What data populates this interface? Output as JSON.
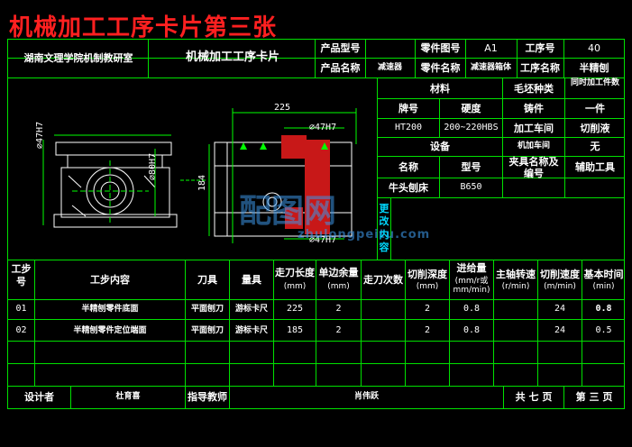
{
  "title": "机械加工工序卡片第三张",
  "header": {
    "school": "湖南文理学院机制教研室",
    "card_name": "机械加工工序卡片",
    "product_model_label": "产品型号",
    "product_model_value": "",
    "part_no_label": "零件图号",
    "part_no_value": "A1",
    "op_no_label": "工序号",
    "op_no_value": "40",
    "product_name_label": "产品名称",
    "product_name_value": "减速器",
    "part_name_label": "零件名称",
    "part_name_value": "减速器箱体",
    "op_name_label": "工序名称",
    "op_name_value": "半精刨"
  },
  "info": {
    "material_label": "材料",
    "blank_type_label": "毛坯种类",
    "batch_label": "同时加工件数",
    "grade_label": "牌号",
    "hardness_label": "硬度",
    "blank_value": "铸件",
    "batch_value": "一件",
    "grade_value": "HT200",
    "hardness_value": "200~220HBS",
    "workshop_label": "加工车间",
    "coolant_label": "切削液",
    "equipment_label": "设备",
    "workshop2_label": "机加车间",
    "coolant_value": "无",
    "name_label": "名称",
    "model_label": "型号",
    "fixture_label": "夹具名称及编号",
    "aux_tool_label": "辅助工具",
    "machine_name": "牛头刨床",
    "machine_model": "B650",
    "change_note": "更改内容"
  },
  "drawing": {
    "dim_225": "225",
    "dim_d47_top": "⌀47H7",
    "dim_d47_left": "⌀47H7",
    "dim_d80": "⌀80H7",
    "dim_184": "184",
    "dim_d47_bottom": "⌀47H7"
  },
  "table": {
    "headers": {
      "step": "工步号",
      "content": "工步内容",
      "tool": "刀具",
      "gauge": "量具",
      "length": "走刀长度",
      "length_unit": "(mm)",
      "allowance": "单边余量",
      "allowance_unit": "(mm)",
      "passes": "走刀次数",
      "depth": "切削深度",
      "depth_unit": "(mm)",
      "feed": "进给量",
      "feed_unit": "(mm/r或mm/min)",
      "speed": "主轴转速",
      "speed_unit": "(r/min)",
      "vel": "切削速度",
      "vel_unit": "(m/min)",
      "time": "基本时间",
      "time_unit": "(min)"
    },
    "rows": [
      {
        "step": "01",
        "content": "半精刨零件底面",
        "tool": "平面刨刀",
        "gauge": "游标卡尺",
        "length": "225",
        "allowance": "2",
        "passes": "",
        "depth": "2",
        "feed": "0.8",
        "speed": "",
        "vel": "24",
        "time": "0.8"
      },
      {
        "step": "02",
        "content": "半精刨零件定位端面",
        "tool": "平面刨刀",
        "gauge": "游标卡尺",
        "length": "185",
        "allowance": "2",
        "passes": "",
        "depth": "2",
        "feed": "0.8",
        "speed": "",
        "vel": "24",
        "time": "0.5"
      }
    ]
  },
  "footer": {
    "designer_label": "设计者",
    "designer": "杜育喜",
    "advisor_label": "指导教师",
    "advisor": "肖伟跃",
    "total_pages": "共 七 页",
    "page_no": "第 三 页"
  },
  "watermark": {
    "text": "配图网",
    "url": "zhulongpeitu.com"
  }
}
